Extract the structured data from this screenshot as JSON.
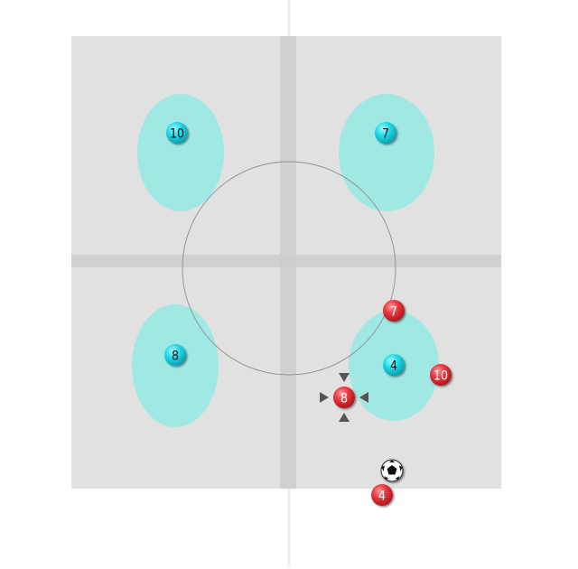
{
  "colors": {
    "field": "#e1e1e1",
    "field_lines": "#cccccc",
    "zone": "#a0e8e4",
    "team_cyan": "#22dcea",
    "team_red": "#e8393f",
    "circle": "#8e8e8e",
    "arrow": "#555555"
  },
  "cyan_players": [
    {
      "number": "10"
    },
    {
      "number": "7"
    },
    {
      "number": "8"
    },
    {
      "number": "4"
    }
  ],
  "red_players": [
    {
      "number": "7"
    },
    {
      "number": "10"
    },
    {
      "number": "8"
    },
    {
      "number": "4"
    }
  ],
  "ball": {
    "icon": "soccer-ball-icon"
  },
  "active_player_marker": {
    "icon": "movement-arrows-icon",
    "player": "8"
  }
}
